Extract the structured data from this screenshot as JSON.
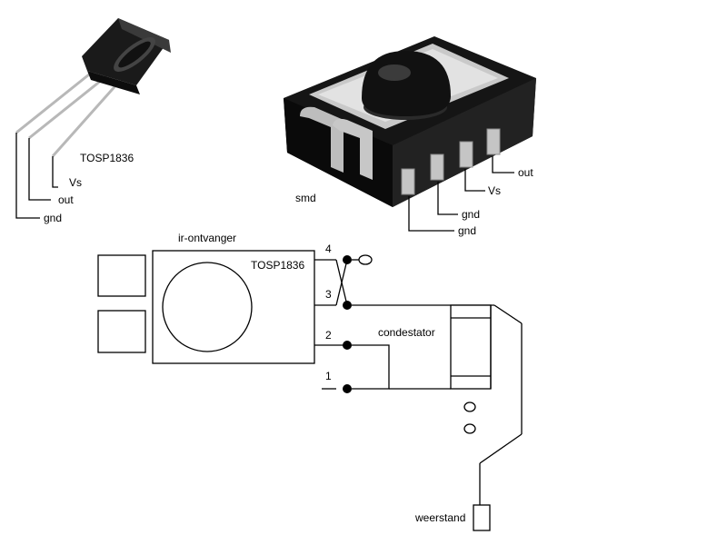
{
  "through_hole": {
    "part": "TOSP1836",
    "pins": {
      "vs": "Vs",
      "out": "out",
      "gnd": "gnd"
    }
  },
  "smd": {
    "label": "smd",
    "pins": {
      "out": "out",
      "vs": "Vs",
      "gnd1": "gnd",
      "gnd2": "gnd"
    }
  },
  "schematic": {
    "receiver_label": "ir-ontvanger",
    "part": "TOSP1836",
    "pin_numbers": [
      "4",
      "3",
      "2",
      "1"
    ],
    "capacitor_label": "condestator",
    "resistor_label": "weerstand"
  }
}
